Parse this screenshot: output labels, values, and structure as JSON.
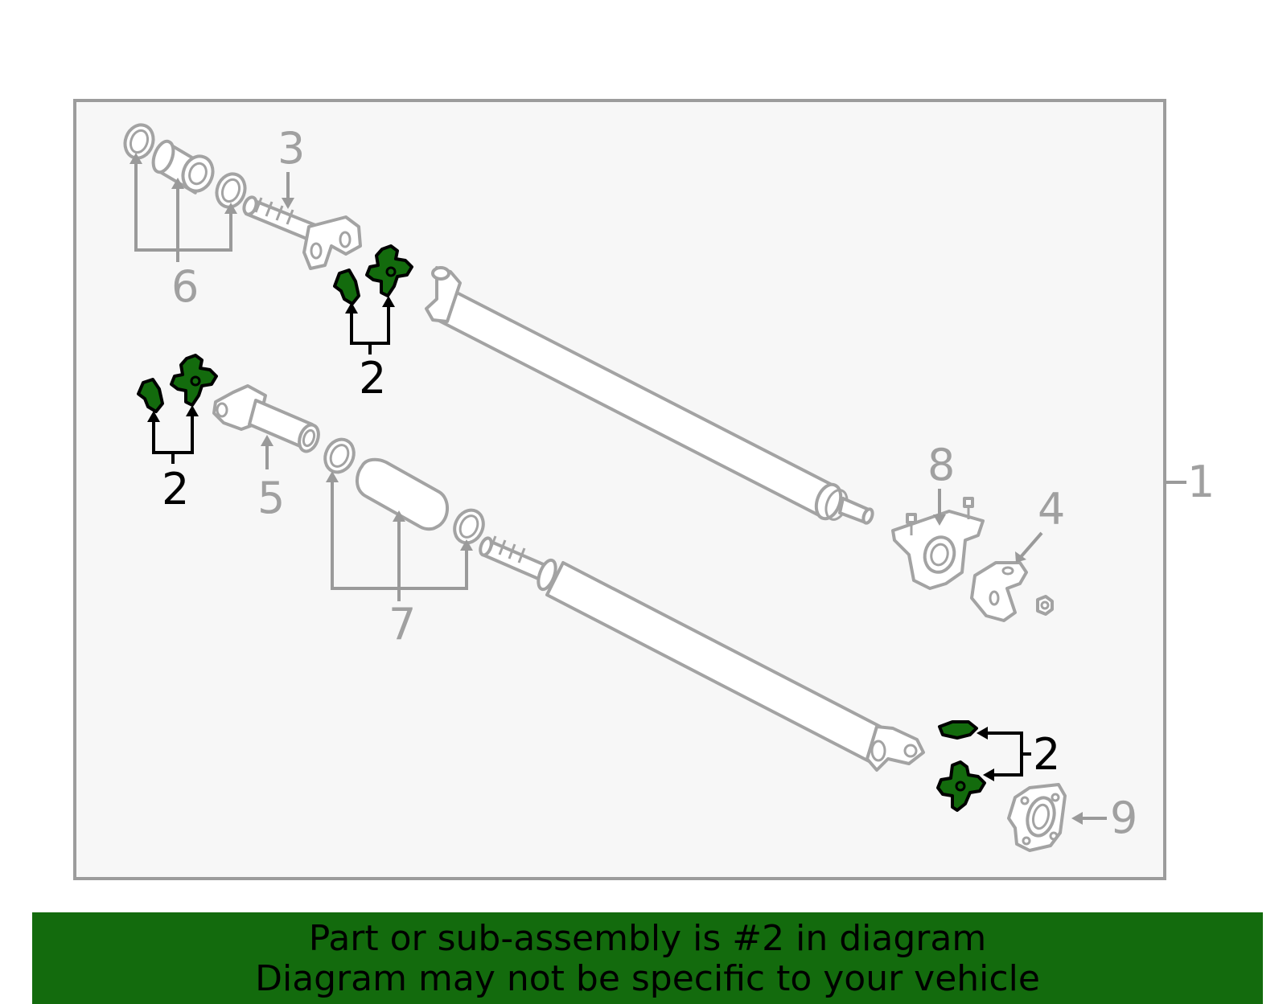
{
  "diagram": {
    "labels": {
      "assembly": "1",
      "part_2_upper": "2",
      "part_2_left": "2",
      "part_2_lower": "2",
      "part_3": "3",
      "part_4": "4",
      "part_5": "5",
      "part_6": "6",
      "part_7": "7",
      "part_8": "8",
      "part_9": "9"
    },
    "colors": {
      "highlight": "#136b0d",
      "banner": "#136b0d",
      "parts_outline": "#a3a3a3",
      "panel_background": "#f7f7f7"
    }
  },
  "banner": {
    "line1": "Part or sub-assembly is #2 in diagram",
    "line2": "Diagram may not be specific to your vehicle"
  }
}
